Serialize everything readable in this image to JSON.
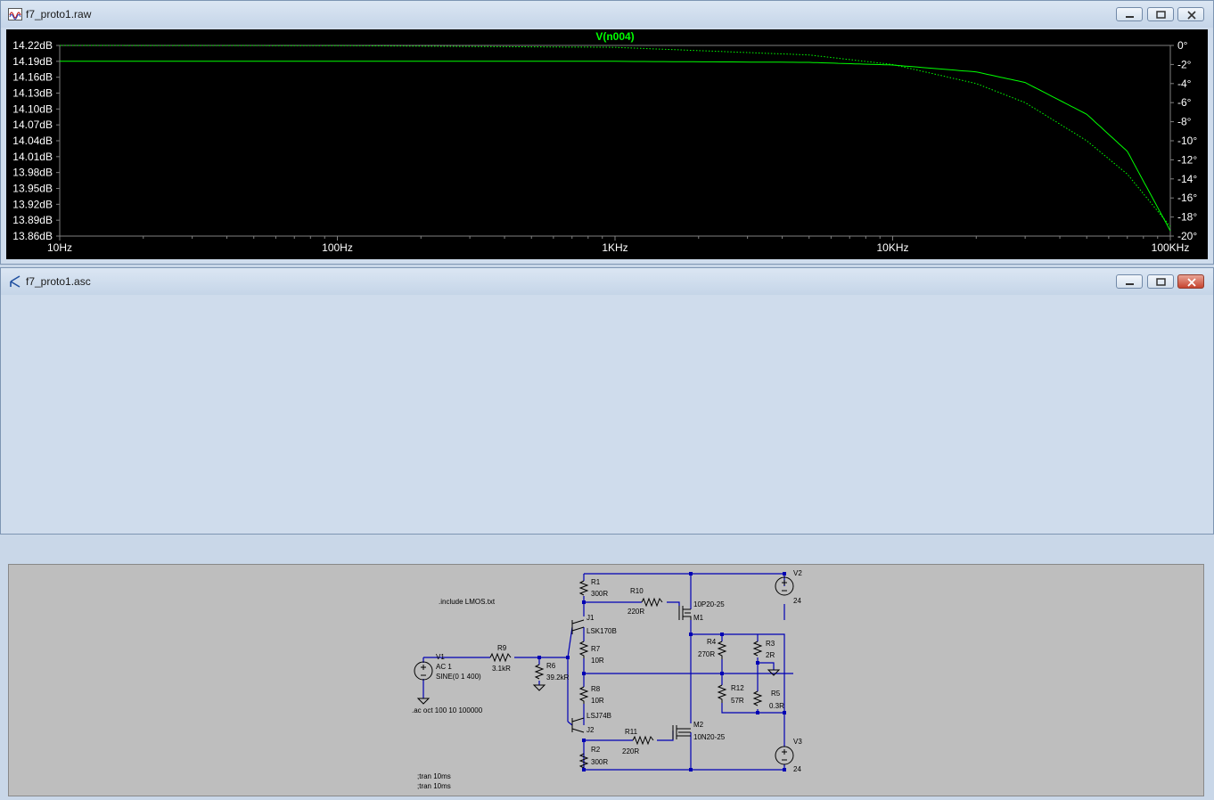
{
  "plot_window": {
    "title": "f7_proto1.raw",
    "trace_label": "V(n004)",
    "colors": {
      "background": "#000000",
      "trace": "#00ff00",
      "axis_text": "#ffffff"
    },
    "chart_data": {
      "type": "line",
      "trace": "V(n004)",
      "x_scale": "log",
      "x_range_hz": [
        10,
        100000
      ],
      "x_ticks": [
        "10Hz",
        "100Hz",
        "1KHz",
        "10KHz",
        "100KHz"
      ],
      "y_left_ticks": [
        "14.22dB",
        "14.19dB",
        "14.16dB",
        "14.13dB",
        "14.10dB",
        "14.07dB",
        "14.04dB",
        "14.01dB",
        "13.98dB",
        "13.95dB",
        "13.92dB",
        "13.89dB",
        "13.86dB"
      ],
      "y_left_range_db": [
        13.86,
        14.22
      ],
      "y_right_ticks": [
        "0°",
        "-2°",
        "-4°",
        "-6°",
        "-8°",
        "-10°",
        "-12°",
        "-14°",
        "-16°",
        "-18°",
        "-20°"
      ],
      "y_right_range_deg": [
        -20,
        0
      ],
      "series": [
        {
          "name": "magnitude",
          "style": "solid",
          "x": [
            10,
            100,
            1000,
            5000,
            10000,
            20000,
            30000,
            50000,
            70000,
            100000
          ],
          "y": [
            14.19,
            14.19,
            14.19,
            14.188,
            14.183,
            14.17,
            14.15,
            14.09,
            14.02,
            13.87
          ]
        },
        {
          "name": "phase",
          "style": "dotted",
          "x": [
            10,
            100,
            1000,
            5000,
            10000,
            20000,
            30000,
            50000,
            70000,
            100000
          ],
          "y": [
            0,
            -0.02,
            -0.2,
            -1.0,
            -2.0,
            -4.0,
            -6.0,
            -10.0,
            -13.5,
            -19.0
          ]
        }
      ]
    }
  },
  "schematic_window": {
    "title": "f7_proto1.asc",
    "directives": {
      "include": ".include LMOS.txt",
      "ac": ".ac oct 100 10 100000",
      "tran1": ";tran 10ms",
      "tran2": ";tran 10ms"
    },
    "components": {
      "V1": {
        "name": "V1",
        "line1": "AC 1",
        "line2": "SINE(0 1 400)"
      },
      "V2": {
        "name": "V2",
        "value": "24"
      },
      "V3": {
        "name": "V3",
        "value": "24"
      },
      "R1": {
        "name": "R1",
        "value": "300R"
      },
      "R2": {
        "name": "R2",
        "value": "300R"
      },
      "R3": {
        "name": "R3",
        "value": "2R"
      },
      "R4": {
        "name": "R4",
        "value": "270R"
      },
      "R5": {
        "name": "R5",
        "value": "0.3R"
      },
      "R6": {
        "name": "R6",
        "value": "39.2kR"
      },
      "R7": {
        "name": "R7",
        "value": "10R"
      },
      "R8": {
        "name": "R8",
        "value": "10R"
      },
      "R9": {
        "name": "R9",
        "value": "3.1kR"
      },
      "R10": {
        "name": "R10",
        "value": "220R"
      },
      "R11": {
        "name": "R11",
        "value": "220R"
      },
      "R12": {
        "name": "R12",
        "value": "57R"
      },
      "J1": {
        "name": "J1",
        "model": "LSK170B"
      },
      "J2": {
        "name": "J2",
        "model": "LSJ74B"
      },
      "M1": {
        "name": "M1",
        "model": "10P20-25"
      },
      "M2": {
        "name": "M2",
        "model": "10N20-25"
      }
    },
    "colors": {
      "background": "#bebebe",
      "wire": "#0000b4",
      "text": "#000000"
    }
  }
}
